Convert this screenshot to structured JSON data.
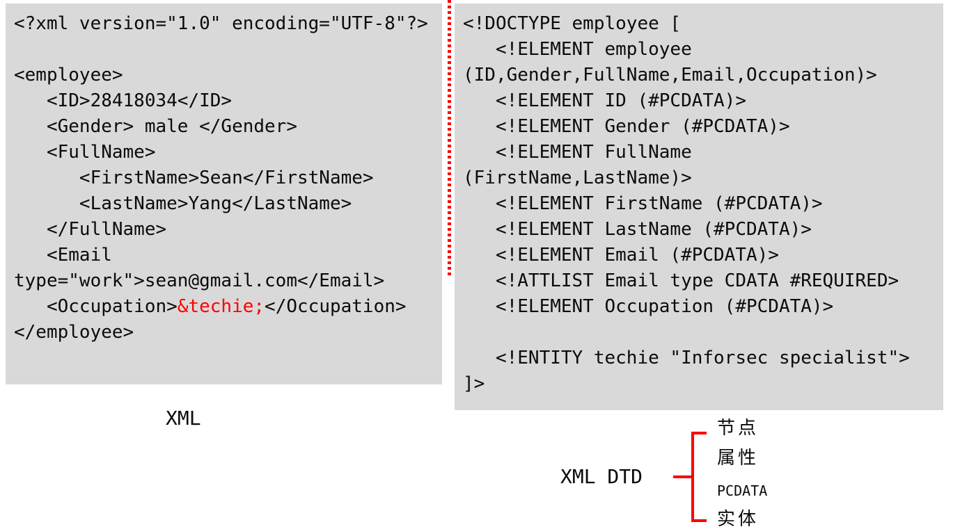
{
  "colors": {
    "panel_bg": "#d9d9d9",
    "code_text": "#0b0b0b",
    "entity_red": "#ff0000",
    "divider_red": "#ff0000",
    "bracket_red": "#ff0000"
  },
  "xml_panel": {
    "caption": "XML",
    "lines": [
      [
        {
          "t": "<?xml version=\"1.0\" encoding=\"UTF-8\"?>"
        }
      ],
      [],
      [
        {
          "t": "<employee>"
        }
      ],
      [
        {
          "t": "   <ID>28418034</ID>"
        }
      ],
      [
        {
          "t": "   <Gender> male </Gender>"
        }
      ],
      [
        {
          "t": "   <FullName>"
        }
      ],
      [
        {
          "t": "      <FirstName>Sean</FirstName>"
        }
      ],
      [
        {
          "t": "      <LastName>Yang</LastName>"
        }
      ],
      [
        {
          "t": "   </FullName>"
        }
      ],
      [
        {
          "t": "   <Email"
        }
      ],
      [
        {
          "t": "type=\"work\">sean@gmail.com</Email>"
        }
      ],
      [
        {
          "t": "   <Occupation>"
        },
        {
          "t": "&techie;",
          "c": "entity"
        },
        {
          "t": "</Occupation>"
        }
      ],
      [
        {
          "t": "</employee>"
        }
      ]
    ]
  },
  "dtd_panel": {
    "lines": [
      [
        {
          "t": "<!DOCTYPE employee ["
        }
      ],
      [
        {
          "t": "   <!ELEMENT employee"
        }
      ],
      [
        {
          "t": "(ID,Gender,FullName,Email,Occupation)>"
        }
      ],
      [
        {
          "t": "   <!ELEMENT ID (#PCDATA)>"
        }
      ],
      [
        {
          "t": "   <!ELEMENT Gender (#PCDATA)>"
        }
      ],
      [
        {
          "t": "   <!ELEMENT FullName"
        }
      ],
      [
        {
          "t": "(FirstName,LastName)>"
        }
      ],
      [
        {
          "t": "   <!ELEMENT FirstName (#PCDATA)>"
        }
      ],
      [
        {
          "t": "   <!ELEMENT LastName (#PCDATA)>"
        }
      ],
      [
        {
          "t": "   <!ELEMENT Email (#PCDATA)>"
        }
      ],
      [
        {
          "t": "   <!ATTLIST Email type CDATA #REQUIRED>"
        }
      ],
      [
        {
          "t": "   <!ELEMENT Occupation (#PCDATA)>"
        }
      ],
      [],
      [
        {
          "t": "   <!ENTITY techie \"Inforsec specialist\">"
        }
      ],
      [
        {
          "t": "]>"
        }
      ]
    ]
  },
  "diagram": {
    "label": "XML DTD",
    "items": [
      "节点",
      "属性",
      "PCDATA",
      "实体"
    ]
  }
}
